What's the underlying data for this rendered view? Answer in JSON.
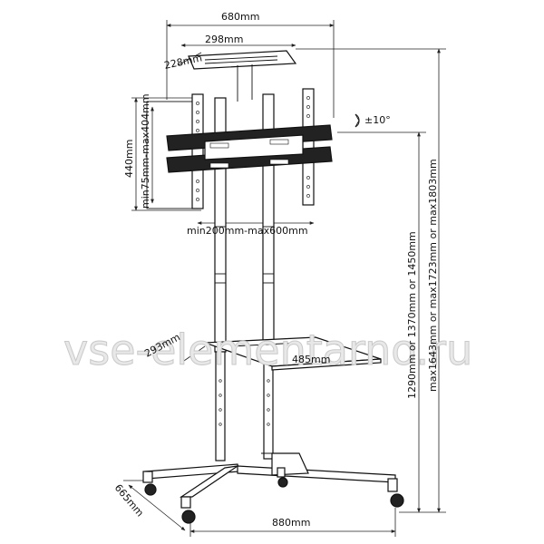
{
  "watermark": "vse-elementarno.ru",
  "dimensions": {
    "top_width": "680mm",
    "tray_width": "298mm",
    "tray_depth": "228mm",
    "bracket_height": "440mm",
    "vesa_vertical": "min75mm-max404mm",
    "vesa_horizontal": "min200mm-max600mm",
    "tilt": "±10°",
    "center_heights": "1290mm or 1370mm or 1450mm",
    "total_heights": "max1643mm or max1723mm or max1803mm",
    "shelf_depth": "293mm",
    "shelf_width": "485mm",
    "base_width": "880mm",
    "base_depth": "665mm"
  }
}
